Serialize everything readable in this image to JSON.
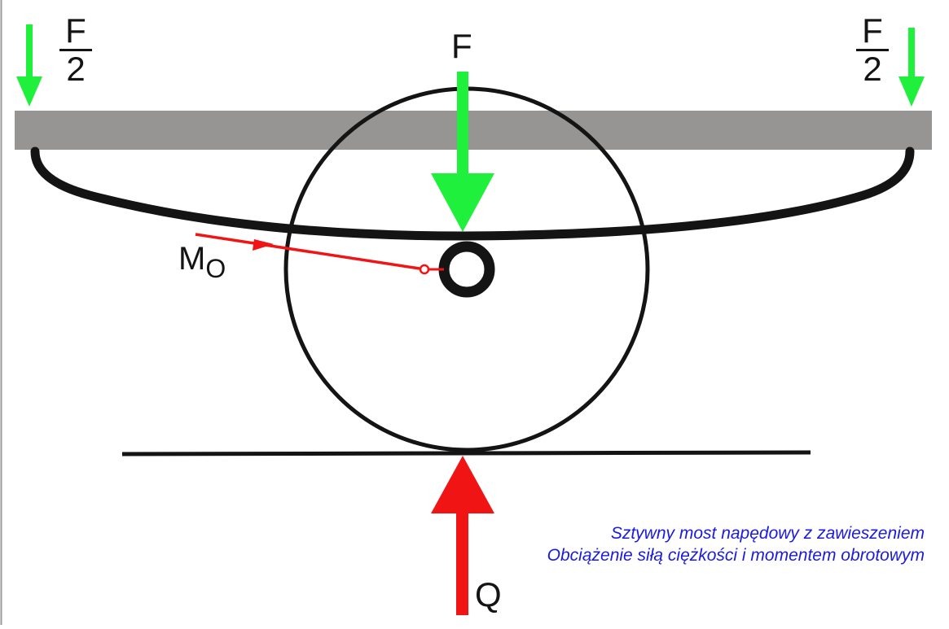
{
  "labels": {
    "left_force": {
      "numerator": "F",
      "denominator": "2"
    },
    "right_force": {
      "numerator": "F",
      "denominator": "2"
    },
    "center_force": "F",
    "moment_main": "M",
    "moment_sub": "O",
    "reaction": "Q"
  },
  "caption": {
    "line1": "Sztywny most napędowy z zawieszeniem",
    "line2": "Obciążenie siłą ciężkości i momentem obrotowym"
  },
  "colors": {
    "force_green": "#1ef03c",
    "reaction_red": "#f01414",
    "beam_gray": "#969594",
    "ink": "#141414",
    "caption_blue": "#1a1ae0"
  }
}
